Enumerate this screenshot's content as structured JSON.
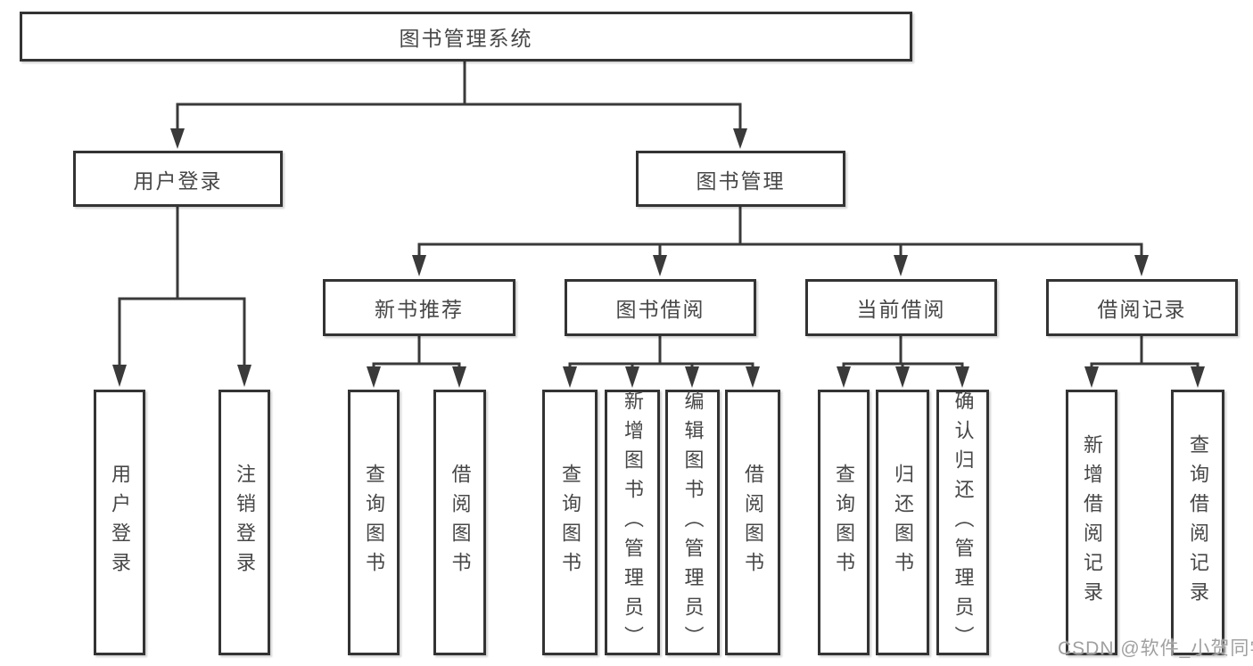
{
  "diagram": {
    "root": {
      "label": "图书管理系统",
      "children": [
        {
          "label": "用户登录",
          "children": [
            {
              "label": "用户登录"
            },
            {
              "label": "注销登录"
            }
          ]
        },
        {
          "label": "图书管理",
          "children": [
            {
              "label": "新书推荐",
              "children": [
                {
                  "label": "查询图书"
                },
                {
                  "label": "借阅图书"
                }
              ]
            },
            {
              "label": "图书借阅",
              "children": [
                {
                  "label": "查询图书"
                },
                {
                  "label": "新增图书（管理员）"
                },
                {
                  "label": "编辑图书（管理员）"
                },
                {
                  "label": "借阅图书"
                }
              ]
            },
            {
              "label": "当前借阅",
              "children": [
                {
                  "label": "查询图书"
                },
                {
                  "label": "归还图书"
                },
                {
                  "label": "确认归还（管理员）"
                }
              ]
            },
            {
              "label": "借阅记录",
              "children": [
                {
                  "label": "新增借阅记录"
                },
                {
                  "label": "查询借阅记录"
                }
              ]
            }
          ]
        }
      ]
    }
  },
  "watermark": "CSDN @软件_小贺同学",
  "colors": {
    "line": "#3a3a3a",
    "box_border": "#333333",
    "text": "#474747",
    "background": "#ffffff",
    "watermark": "#a0a0a0"
  }
}
